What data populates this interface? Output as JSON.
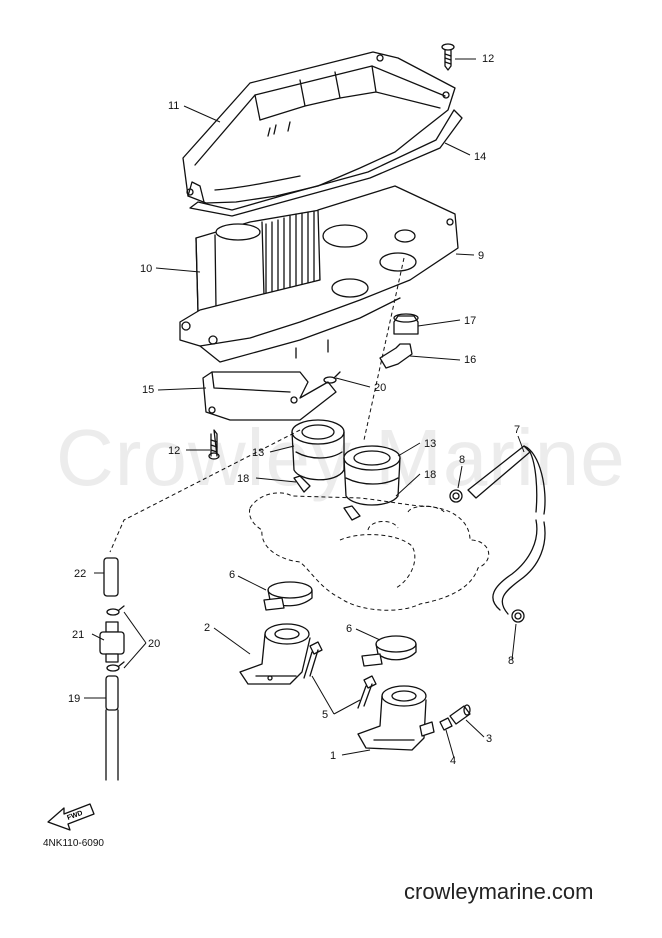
{
  "watermark": "Crowley Marine",
  "footer": {
    "part_code": "4NK110-6090",
    "site": "crowleymarine.com",
    "fwd_label": "FWD"
  },
  "callouts": {
    "c1": "1",
    "c2": "2",
    "c3": "3",
    "c4": "4",
    "c5": "5",
    "c6a": "6",
    "c6b": "6",
    "c7": "7",
    "c8a": "8",
    "c8b": "8",
    "c9": "9",
    "c10": "10",
    "c11": "11",
    "c12a": "12",
    "c12b": "12",
    "c13a": "13",
    "c13b": "13",
    "c14": "14",
    "c15": "15",
    "c16": "16",
    "c17": "17",
    "c18a": "18",
    "c18b": "18",
    "c19": "19",
    "c20a": "20",
    "c20b": "20",
    "c21": "21",
    "c22": "22"
  }
}
